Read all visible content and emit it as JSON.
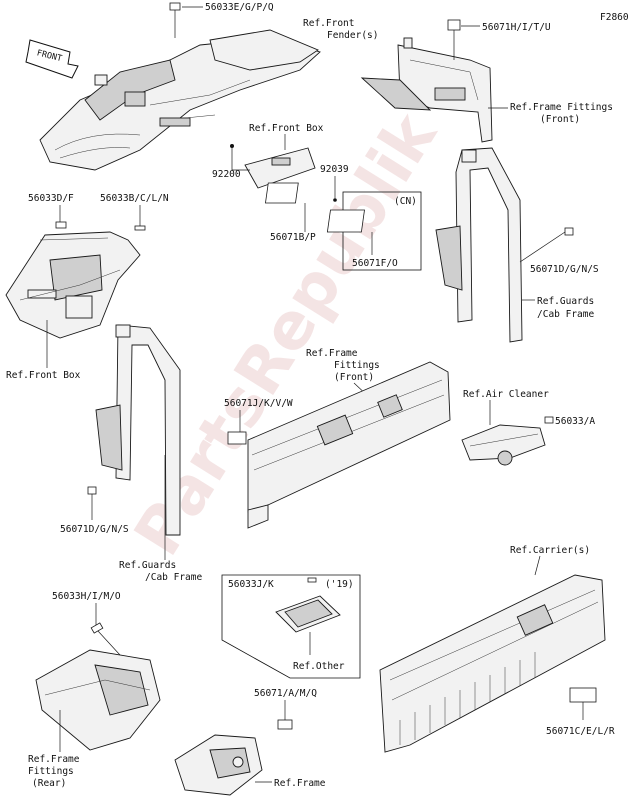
{
  "figure_code": "F2860",
  "watermark": "PartsRepublik",
  "front_badge": "FRONT",
  "labels": {
    "p56033E": "56033E/G/P/Q",
    "ref_front_fender_1": "Ref.Front",
    "ref_front_fender_2": "Fender(s)",
    "p56071H": "56071H/I/T/U",
    "ref_frame_fittings_front_r1": "Ref.Frame Fittings",
    "ref_frame_fittings_front_r2": "(Front)",
    "ref_front_box_top": "Ref.Front Box",
    "p92200": "92200",
    "p92039": "92039",
    "cn": "(CN)",
    "p56071B": "56071B/P",
    "p56071F": "56071F/O",
    "p56033D": "56033D/F",
    "p56033B": "56033B/C/L/N",
    "p56071D_right": "56071D/G/N/S",
    "ref_guards_right_1": "Ref.Guards",
    "ref_guards_right_2": "/Cab Frame",
    "ref_front_box_left": "Ref.Front Box",
    "ref_frame_fittings_mid_1": "Ref.Frame",
    "ref_frame_fittings_mid_2": "Fittings",
    "ref_frame_fittings_mid_3": "(Front)",
    "p56071J": "56071J/K/V/W",
    "ref_air_cleaner": "Ref.Air Cleaner",
    "p56033A": "56033/A",
    "p56071D_left": "56071D/G/N/S",
    "ref_guards_left_1": "Ref.Guards",
    "ref_guards_left_2": "/Cab Frame",
    "ref_carriers": "Ref.Carrier(s)",
    "p56033H": "56033H/I/M/O",
    "p56033J": "56033J/K",
    "year19": "('19)",
    "ref_other": "Ref.Other",
    "p56071A": "56071/A/M/Q",
    "ref_frame_fittings_rear_1": "Ref.Frame",
    "ref_frame_fittings_rear_2": "Fittings",
    "ref_frame_fittings_rear_3": "(Rear)",
    "ref_frame": "Ref.Frame",
    "p56071C": "56071C/E/L/R"
  }
}
